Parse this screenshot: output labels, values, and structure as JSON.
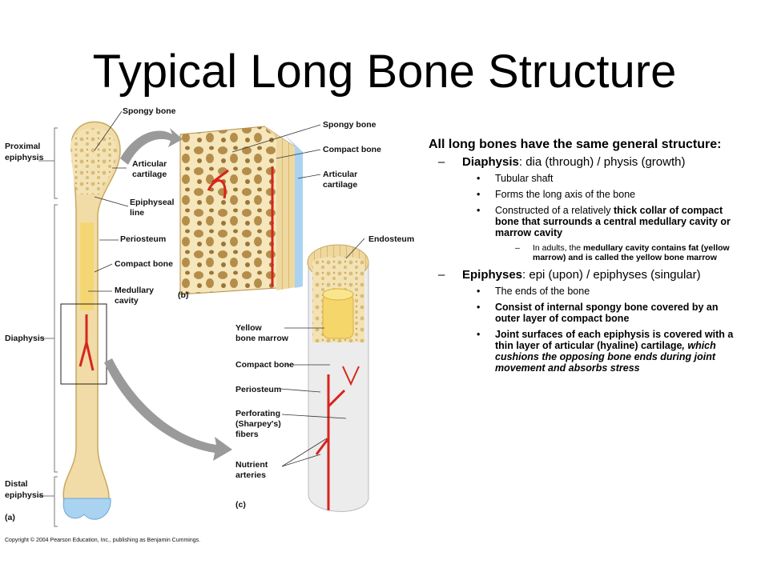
{
  "slide": {
    "title": "Typical Long Bone Structure"
  },
  "figure": {
    "panel_labels": {
      "a": "(a)",
      "b": "(b)",
      "c": "(c)"
    },
    "regions": {
      "proximal_1": "Proximal",
      "proximal_2": "epiphysis",
      "diaphysis": "Diaphysis",
      "distal_1": "Distal",
      "distal_2": "epiphysis"
    },
    "labels_a": {
      "spongy": "Spongy bone",
      "articular_1": "Articular",
      "articular_2": "cartilage",
      "epiphyseal_1": "Epiphyseal",
      "epiphyseal_2": "line",
      "periosteum": "Periosteum",
      "compact": "Compact bone",
      "medullary_1": "Medullary",
      "medullary_2": "cavity"
    },
    "labels_b": {
      "spongy": "Spongy bone",
      "compact": "Compact bone",
      "articular_1": "Articular",
      "articular_2": "cartilage"
    },
    "labels_c": {
      "endosteum": "Endosteum",
      "yellow_1": "Yellow",
      "yellow_2": "bone marrow",
      "compact": "Compact bone",
      "periosteum": "Periosteum",
      "perforating_1": "Perforating",
      "perforating_2": "(Sharpey's)",
      "perforating_3": "fibers",
      "nutrient_1": "Nutrient",
      "nutrient_2": "arteries"
    },
    "copyright": "Copyright © 2004 Pearson Education, Inc., publishing as Benjamin Cummings."
  },
  "content": {
    "intro": "All long bones have the same general structure:",
    "diaphysis": {
      "term": "Diaphysis",
      "rest": ": dia (through) / physis (growth)",
      "b1": "Tubular shaft",
      "b2": "Forms the long axis of the bone",
      "b3_a": "Constructed of a relatively ",
      "b3_b": "thick collar of compact bone that surrounds a central medullary cavity or marrow cavity",
      "sub_a": "In adults, the ",
      "sub_b": "medullary cavity contains fat (yellow marrow) and is called the yellow bone marrow"
    },
    "epiphyses": {
      "term": "Epiphyses",
      "rest": ": epi (upon) / epiphyses (singular)",
      "b1": "The ends of the bone",
      "b2": "Consist of internal spongy bone covered by an outer layer of compact bone",
      "b3_a": "Joint surfaces of each epiphysis is covered with a thin layer of articular (hyaline) cartilage",
      "b3_b": ", which cushions the opposing bone ends during joint movement and absorbs stress"
    }
  },
  "colors": {
    "bone": "#f1dca8",
    "marrow": "#f5d66b",
    "artery": "#d8241c",
    "cartilage": "#a9d3f0",
    "arrow": "#9a9a9a"
  }
}
